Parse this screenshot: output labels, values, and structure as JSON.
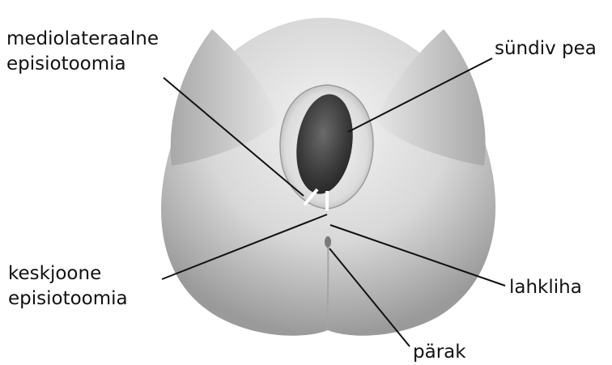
{
  "labels": {
    "mediolateral_line1": "mediolateraalne",
    "mediolateral_line2": "episiotoomia",
    "fetal_head": "sündiv pea",
    "midline_line1": "keskjoone",
    "midline_line2": "episiotoomia",
    "perineum": "lahkliha",
    "anus": "pärak"
  },
  "colors": {
    "background": "#ffffff",
    "skin_light": "#ececec",
    "skin_dark": "#8e8e8e",
    "head_dark": "#3c3c3c",
    "leader_line": "#111111",
    "incision": "#ffffff"
  }
}
